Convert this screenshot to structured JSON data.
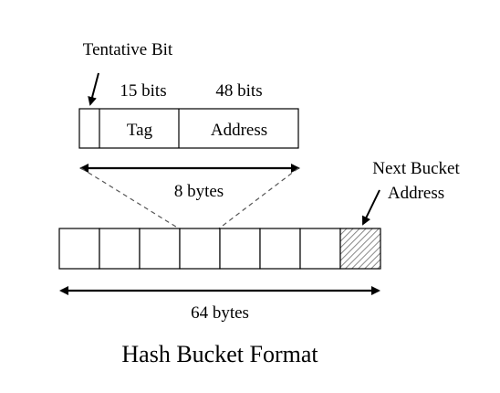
{
  "diagram": {
    "labels": {
      "tentative_bit": "Tentative Bit",
      "tag_bits": "15 bits",
      "address_bits": "48 bits",
      "tag_field": "Tag",
      "address_field": "Address",
      "entry_size": "8 bytes",
      "next_bucket_line1": "Next Bucket",
      "next_bucket_line2": "Address",
      "bucket_size": "64 bytes"
    },
    "title": "Hash Bucket Format",
    "bucket": {
      "slot_count": 8,
      "next_pointer_slot": 8
    },
    "colors": {
      "stroke": "#000000",
      "hatch": "#888888"
    }
  }
}
